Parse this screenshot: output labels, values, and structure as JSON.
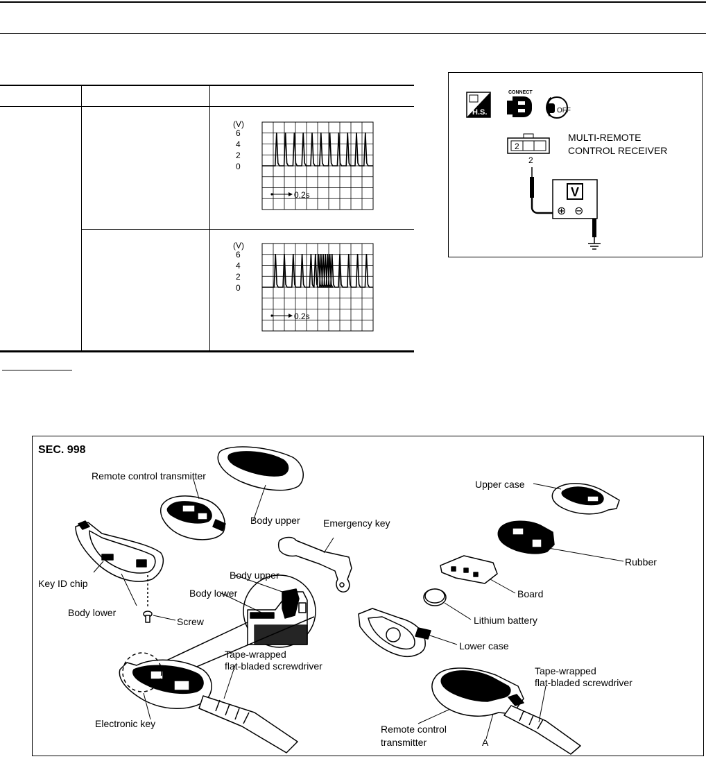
{
  "waveform_top": {
    "y_unit": "(V)",
    "y_ticks": [
      "6",
      "4",
      "2",
      "0"
    ],
    "time_label": "0.2s",
    "pulses": [
      0.13,
      0.21,
      0.29,
      0.37,
      0.45,
      0.53,
      0.61,
      0.69,
      0.77,
      0.85,
      0.93
    ],
    "pulse_v": 6,
    "base_v": 0
  },
  "waveform_bottom": {
    "y_unit": "(V)",
    "y_ticks": [
      "6",
      "4",
      "2",
      "0"
    ],
    "time_label": "0.2s",
    "pulses": [
      0.12,
      0.2,
      0.28,
      0.36,
      0.44,
      0.48,
      0.51,
      0.53,
      0.55,
      0.57,
      0.59,
      0.61,
      0.63,
      0.7,
      0.78,
      0.86,
      0.94
    ],
    "pulse_v": 6,
    "base_v": 0
  },
  "inset": {
    "hs_label": "H.S.",
    "connect_label": "CONNECT",
    "off_label": "OFF",
    "connector_terminal": "2",
    "connector_wire": "2",
    "receiver_line1": "MULTI-REMOTE",
    "receiver_line2": "CONTROL RECEIVER",
    "meter_label": "V",
    "plus_label": "⊕",
    "minus_label": "⊖"
  },
  "exploded": {
    "section": "SEC. 998",
    "labels": {
      "remote_control_transmitter": "Remote control transmitter",
      "body_upper": "Body upper",
      "emergency_key": "Emergency key",
      "upper_case": "Upper case",
      "rubber": "Rubber",
      "key_id_chip": "Key ID chip",
      "body_upper_detail": "Body upper",
      "body_lower_detail": "Body lower",
      "board": "Board",
      "body_lower": "Body lower",
      "screw": "Screw",
      "lithium_battery": "Lithium battery",
      "lower_case": "Lower case",
      "tape_left_1": "Tape-wrapped",
      "tape_left_2": "flat-bladed screwdriver",
      "tape_right_1": "Tape-wrapped",
      "tape_right_2": "flat-bladed screwdriver",
      "electronic_key": "Electronic key",
      "remote_bottom_1": "Remote control",
      "remote_bottom_2": "transmitter",
      "point_a": "A"
    }
  }
}
